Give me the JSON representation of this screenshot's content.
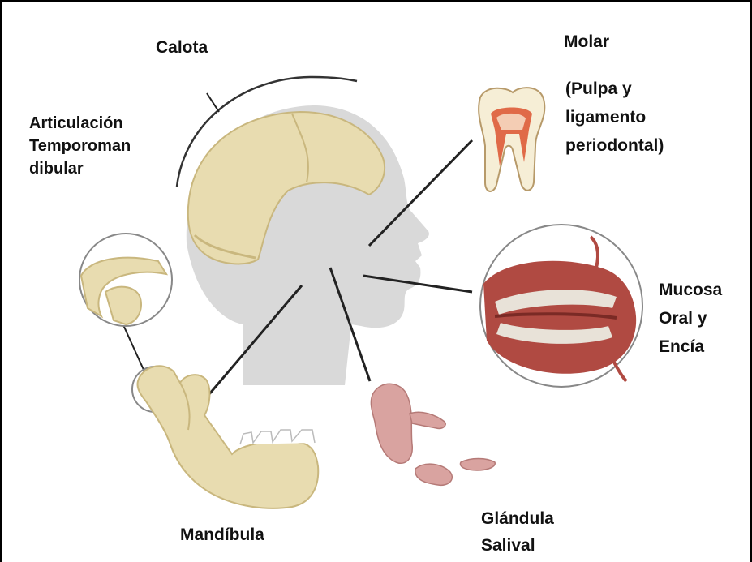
{
  "labels": {
    "calota": "Calota",
    "molar": "Molar",
    "molar_detail": "(Pulpa y\nligamento\nperiodontal)",
    "atm": "Articulación\nTemporoman\ndibular",
    "mucosa": "Mucosa\nOral y\nEncía",
    "mandibula": "Mandíbula",
    "glandula": "Glándula\nSalival"
  },
  "colors": {
    "bone": "#e8dcb0",
    "bone_shadow": "#c9b77e",
    "head_silhouette": "#d9d9d9",
    "gland": "#d9a3a0",
    "gum": "#b04a42",
    "leader_line": "#222222"
  }
}
